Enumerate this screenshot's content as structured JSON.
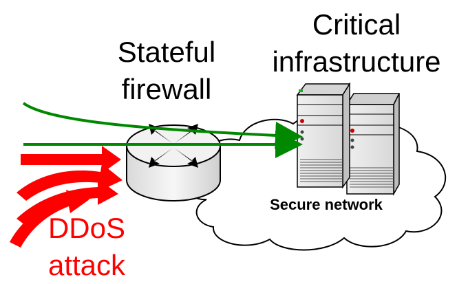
{
  "labels": {
    "firewall_line1": "Stateful",
    "firewall_line2": "firewall",
    "infra_line1": "Critical",
    "infra_line2": "infrastructure",
    "network": "Secure network",
    "ddos_line1": "DDoS",
    "ddos_line2": "attack"
  },
  "colors": {
    "attack": "#ff0000",
    "legit_flow": "#008800",
    "firewall_body": "#e6e6e6",
    "text": "#000000"
  },
  "icons": [
    "cloud-icon",
    "router-icon",
    "server-icon"
  ]
}
